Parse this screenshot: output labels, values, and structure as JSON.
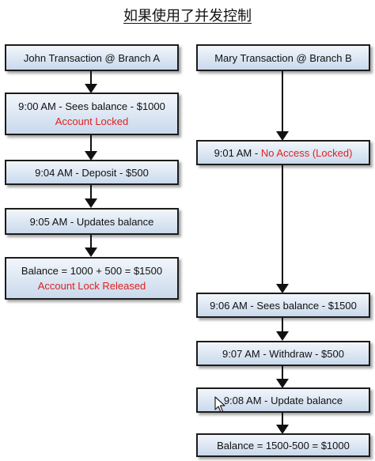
{
  "title": "如果使用了并发控制",
  "left_column": {
    "header": "John Transaction @ Branch A",
    "step1_line1": "9:00 AM - Sees balance - $1000",
    "step1_line2": "Account Locked",
    "step2": "9:04 AM - Deposit - $500",
    "step3": "9:05 AM - Updates balance",
    "step4_line1": "Balance = 1000 + 500 = $1500",
    "step4_line2": "Account Lock Released"
  },
  "right_column": {
    "header": "Mary Transaction @ Branch B",
    "step1_prefix": "9:01 AM - ",
    "step1_status": "No Access (Locked)",
    "step2": "9:06 AM - Sees balance - $1500",
    "step3": "9:07 AM - Withdraw - $500",
    "step4": "9:08 AM - Update balance",
    "step5": "Balance = 1500-500 = $1000"
  },
  "colors": {
    "highlight": "#e02020",
    "box_fill_top": "#f2f6fb",
    "box_fill_bottom": "#c9d9ec"
  }
}
